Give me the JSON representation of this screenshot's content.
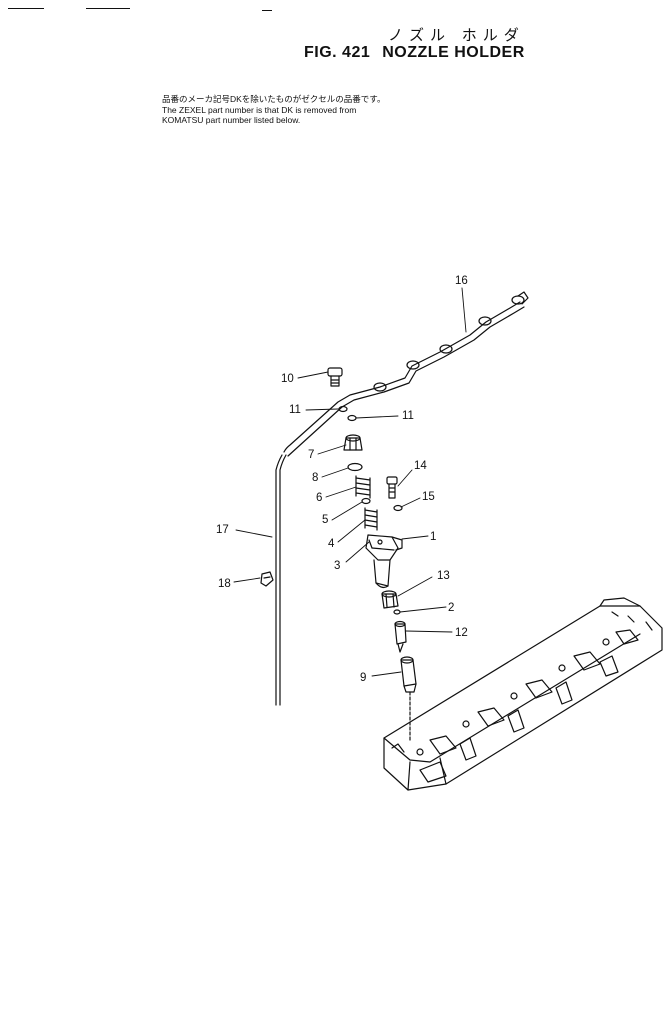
{
  "header": {
    "title_jp": "ノズル ホルダ",
    "fig_number": "FIG. 421",
    "fig_title": "NOZZLE HOLDER"
  },
  "note": {
    "line_jp": "品番のメーカ記号DKを除いたものがゼクセルの品番です。",
    "line_1": "The ZEXEL part number is that DK is removed from",
    "line_2": "KOMATSU part number listed below."
  },
  "callouts": [
    "1",
    "2",
    "3",
    "4",
    "5",
    "6",
    "7",
    "8",
    "9",
    "10",
    "11",
    "11",
    "12",
    "13",
    "14",
    "15",
    "16",
    "17",
    "18"
  ]
}
